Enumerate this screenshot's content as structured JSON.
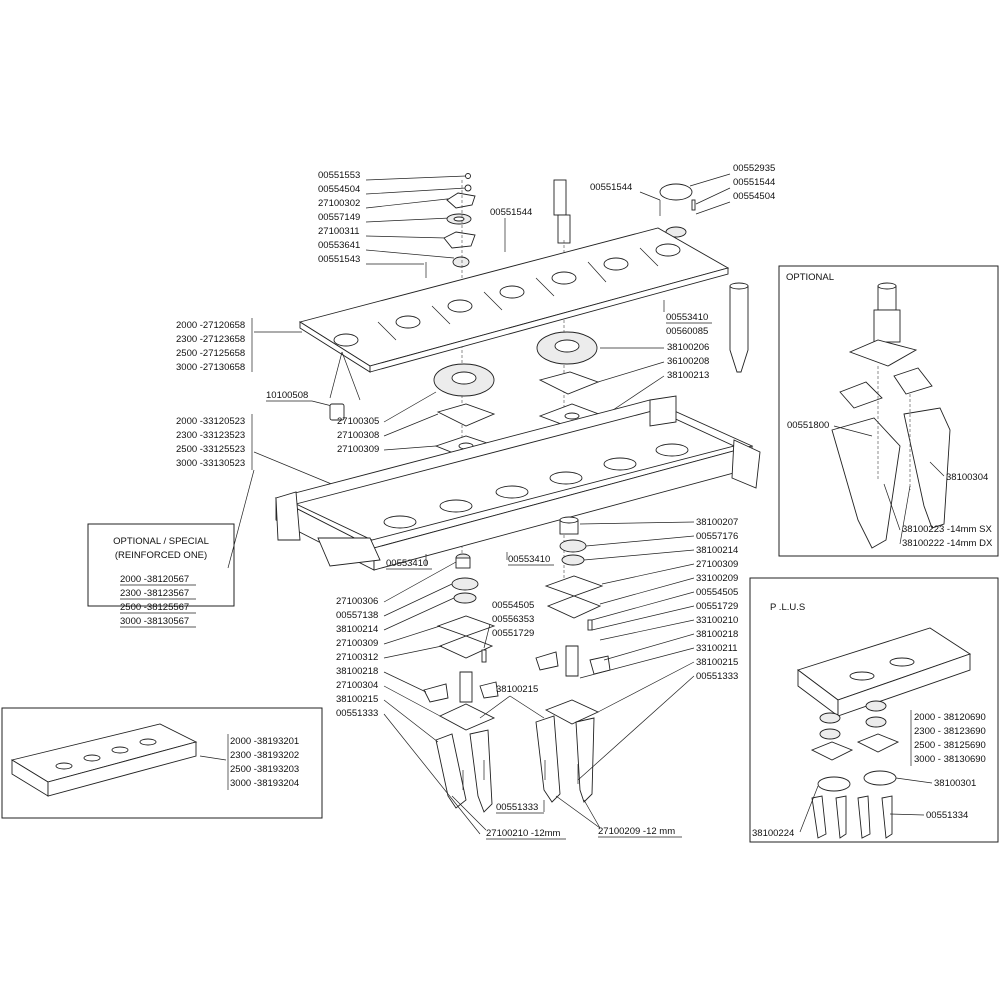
{
  "top_labels": [
    "00551553",
    "00554504",
    "27100302",
    "00557149",
    "27100311",
    "00553641",
    "00551543"
  ],
  "label_00551544_mid": "00551544",
  "label_shaft_left": "00551544",
  "top_right_labels": [
    "00552935",
    "00551544",
    "00554504"
  ],
  "pin_labels": [
    "00553410",
    "00560085"
  ],
  "gear_right_labels": [
    "38100206",
    "36100208",
    "38100213"
  ],
  "plate_variants": [
    "2000 -27120658",
    "2300 -27123658",
    "2500 -27125658",
    "3000 -27130658"
  ],
  "label_10100508": "10100508",
  "gear_left_labels": [
    "27100305",
    "27100308",
    "27100309"
  ],
  "frame_variants": [
    "2000 -33120523",
    "2300 -33123523",
    "2500 -33125523",
    "3000 -33130523"
  ],
  "optional_special": {
    "title_lines": [
      "OPTIONAL / SPECIAL",
      "(REINFORCED ONE)"
    ],
    "variants": [
      "2000 -38120567",
      "2300 -38123567",
      "2500 -38125567",
      "3000 -38130567"
    ]
  },
  "label_00553410_left": "00553410",
  "label_00553410_mid": "00553410",
  "left_stack_labels": [
    "27100306",
    "00557138",
    "38100214",
    "27100309",
    "27100312",
    "38100218",
    "27100304",
    "38100215",
    "00551333"
  ],
  "mid_stack_labels": [
    "00554505",
    "00556353",
    "00551729"
  ],
  "label_38100215_mid": "38100215",
  "right_stack_labels": [
    "38100207",
    "00557176",
    "38100214",
    "27100309",
    "33100209",
    "00554505",
    "00551729",
    "33100210",
    "38100218",
    "33100211",
    "38100215",
    "00551333"
  ],
  "label_00551333_bottom": "00551333",
  "blade_labels": [
    "27100210 -12mm",
    "27100209 -12 mm"
  ],
  "bottom_left_variants": [
    "2000 -38193201",
    "2300 -38193202",
    "2500 -38193203",
    "3000 -38193204"
  ],
  "optional_box": {
    "title": "OPTIONAL",
    "labels": [
      "00551800",
      "38100304",
      "38100223 -14mm SX",
      "38100222 -14mm DX"
    ]
  },
  "plus_box": {
    "title": "P  .L.U.S",
    "variants": [
      "2000 - 38120690",
      "2300 - 38123690",
      "2500 - 38125690",
      "3000 - 38130690"
    ],
    "labels": [
      "38100301",
      "00551334",
      "38100224"
    ]
  }
}
